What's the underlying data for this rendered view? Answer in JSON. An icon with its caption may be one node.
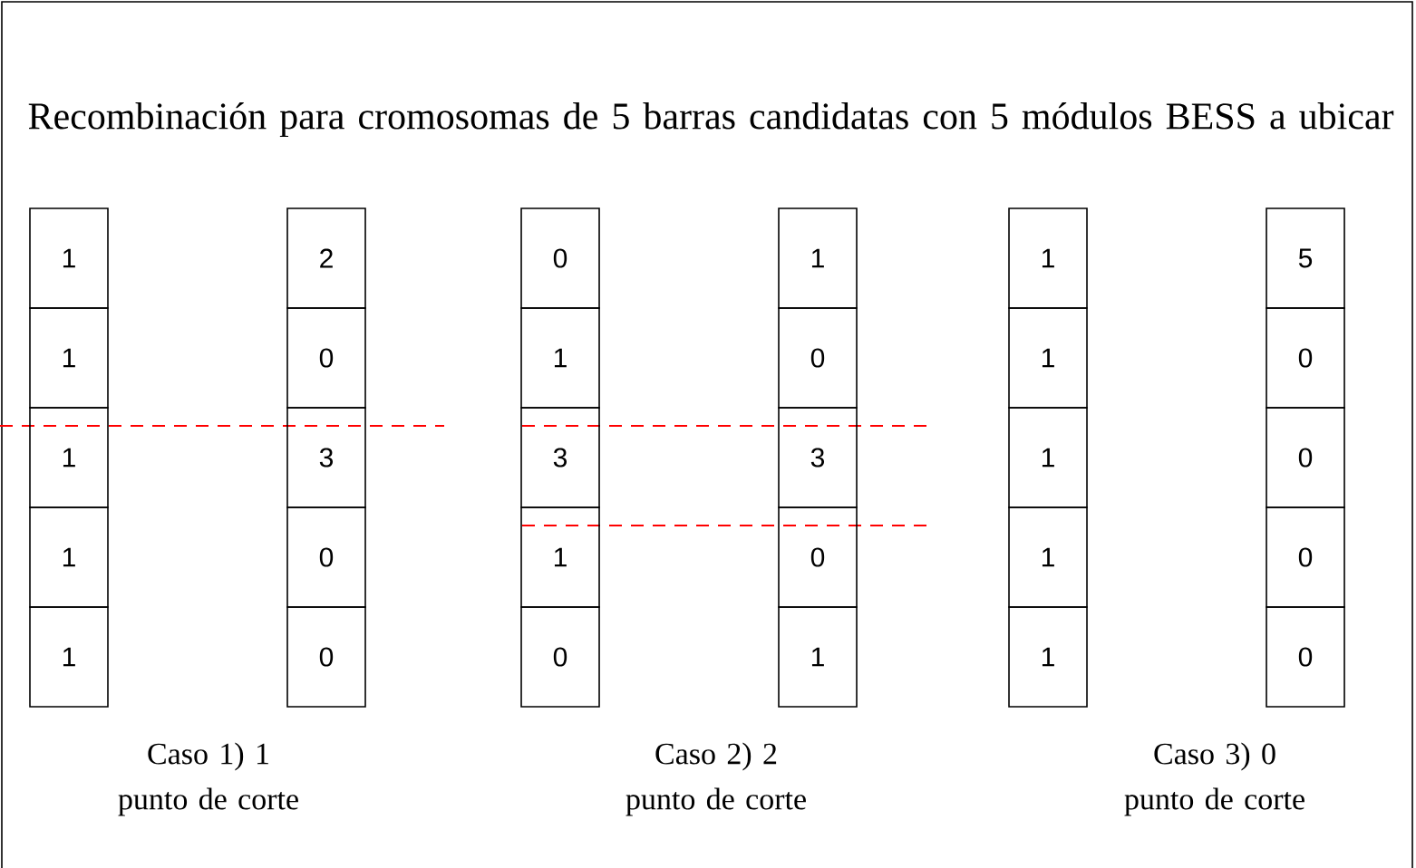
{
  "diagram": {
    "title": "Recombinación para cromosomas de 5 barras candidatas con 5 módulos BESS a ubicar",
    "nodes": [
      {
        "text": [
          "1"
        ]
      },
      {
        "text": [
          "1"
        ]
      },
      {
        "text": [
          "1"
        ]
      },
      {
        "text": [
          "1"
        ]
      },
      {
        "text": [
          "1"
        ]
      },
      {
        "text": [
          "2"
        ]
      },
      {
        "text": [
          "0"
        ]
      },
      {
        "text": [
          "3"
        ]
      },
      {
        "text": [
          "0"
        ]
      },
      {
        "text": [
          "0"
        ]
      },
      {
        "text": [
          "0"
        ]
      },
      {
        "text": [
          "1"
        ]
      },
      {
        "text": [
          "3"
        ]
      },
      {
        "text": [
          "1"
        ]
      },
      {
        "text": [
          "0"
        ]
      },
      {
        "text": [
          "1"
        ]
      },
      {
        "text": [
          "0"
        ]
      },
      {
        "text": [
          "3"
        ]
      },
      {
        "text": [
          "0"
        ]
      },
      {
        "text": [
          "1"
        ]
      },
      {
        "text": [
          "1"
        ]
      },
      {
        "text": [
          "1"
        ]
      },
      {
        "text": [
          "1"
        ]
      },
      {
        "text": [
          "1"
        ]
      },
      {
        "text": [
          "1"
        ]
      },
      {
        "text": [
          "5"
        ]
      },
      {
        "text": [
          "0"
        ]
      },
      {
        "text": [
          "0"
        ]
      },
      {
        "text": [
          "0"
        ]
      },
      {
        "text": [
          "0"
        ]
      }
    ],
    "labels": [
      "Caso 1) 1 punto de corte",
      "Caso 2) 2 punto de corte",
      "Caso 3) 0 punto de corte"
    ]
  }
}
